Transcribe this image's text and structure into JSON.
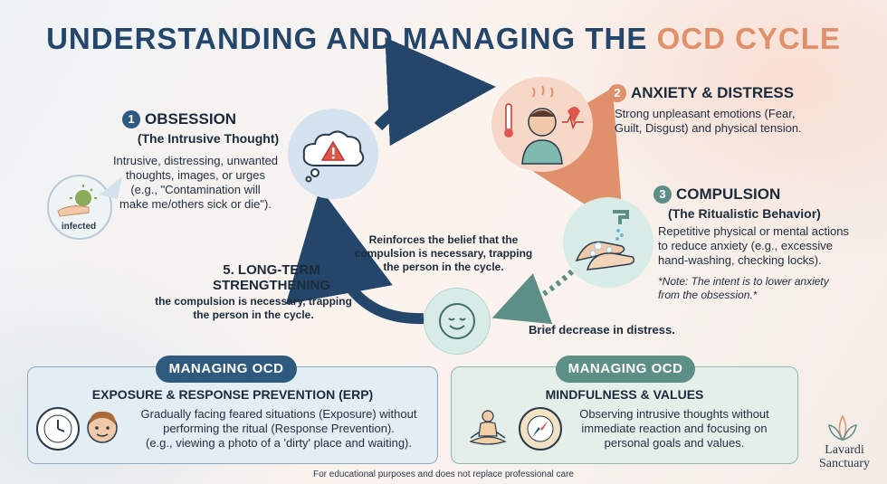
{
  "title": {
    "main": "UNDERSTANDING AND MANAGING THE",
    "accent": "OCD CYCLE"
  },
  "steps": {
    "obsession": {
      "number": "1",
      "title": "OBSESSION",
      "subtitle": "(The Intrusive Thought)",
      "description": [
        "Intrusive, distressing, unwanted",
        "thoughts, images, or urges",
        "(e.g., \"Contamination will",
        "make me/others sick or die\")."
      ],
      "icon_label": "infected"
    },
    "anxiety": {
      "number": "2",
      "title": "ANXIETY & DISTRESS",
      "description": [
        "Strong unpleasant emotions (Fear,",
        "Guilt, Disgust) and physical tension."
      ]
    },
    "compulsion": {
      "number": "3",
      "title": "COMPULSION",
      "subtitle": "(The Ritualistic Behavior)",
      "description": [
        "Repetitive physical or mental actions",
        "to reduce anxiety (e.g., excessive",
        "hand-washing, checking locks)."
      ],
      "note": [
        "*Note: The intent is to lower anxiety",
        "from the obsession.*"
      ]
    },
    "relief": {
      "caption": "Brief decrease in distress."
    },
    "strengthening": {
      "title": [
        "5. LONG-TERM",
        "STRENGTHENING"
      ],
      "description": [
        "the compulsion is necessary, trapping",
        "the person in the cycle."
      ],
      "inner_text": [
        "Reinforces the belief that the",
        "compulsion is necessary, trapping",
        "the person in the cycle."
      ]
    }
  },
  "managing": [
    {
      "pill": "MANAGING OCD",
      "title": "EXPOSURE & RESPONSE PREVENTION (ERP)",
      "description": [
        "Gradually facing feared situations (Exposure) without",
        "performing the ritual (Response Prevention).",
        "(e.g., viewing a photo of a 'dirty' place and waiting)."
      ],
      "icons": [
        "clock-icon",
        "person-face-icon"
      ],
      "color": "#2f5a80"
    },
    {
      "pill": "MANAGING OCD",
      "title": "MINDFULNESS & VALUES",
      "description": [
        "Observing intrusive thoughts without",
        "immediate reaction and focusing on",
        "personal goals and values."
      ],
      "icons": [
        "meditation-icon",
        "compass-icon"
      ],
      "color": "#5e8f86"
    }
  ],
  "brand": {
    "line1": "Lavardi",
    "line2": "Sanctuary"
  },
  "footer": "For educational purposes and does not replace professional care",
  "colors": {
    "navy": "#24466a",
    "orange": "#e0906a",
    "teal": "#5e8f86",
    "blue_panel": "#e3edf4",
    "green_panel": "#e4efe9"
  }
}
